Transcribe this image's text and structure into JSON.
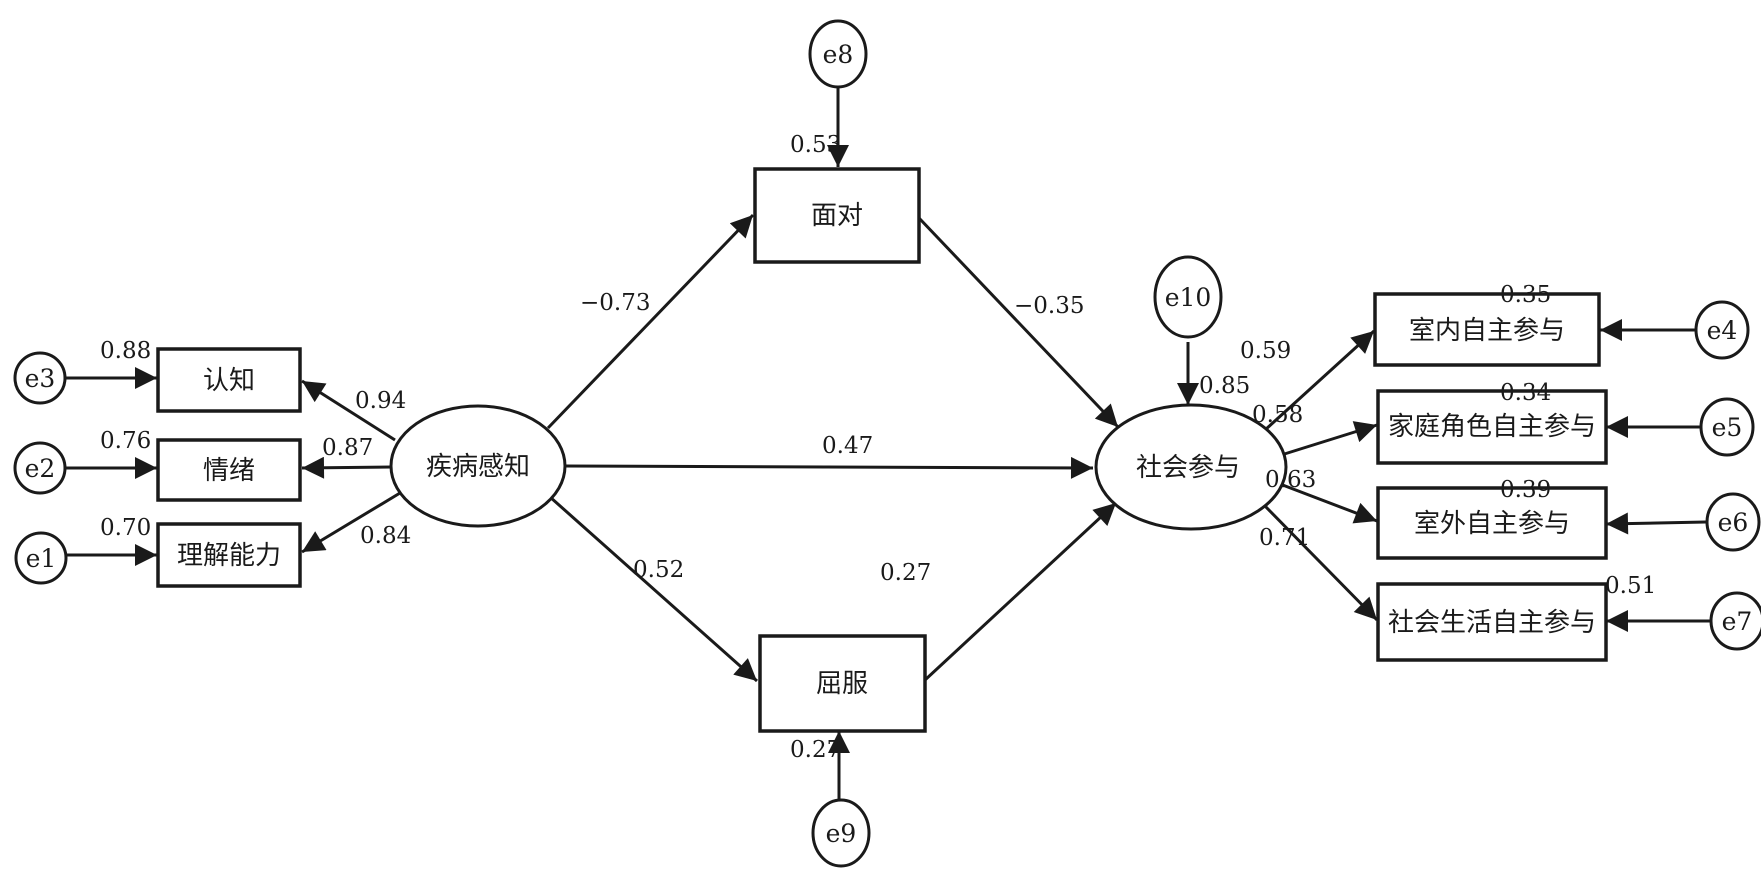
{
  "colors": {
    "line": "#1a1a1a",
    "fill": "#ffffff",
    "background": "#ffffff"
  },
  "nodes": {
    "perception": {
      "label": "疾病感知",
      "kind": "latent"
    },
    "participation": {
      "label": "社会参与",
      "kind": "latent"
    },
    "confront": {
      "label": "面对",
      "kind": "observed"
    },
    "submit": {
      "label": "屈服",
      "kind": "observed"
    },
    "cognition": {
      "label": "认知",
      "kind": "observed"
    },
    "emotion": {
      "label": "情绪",
      "kind": "observed"
    },
    "comprehension": {
      "label": "理解能力",
      "kind": "observed"
    },
    "indoor": {
      "label": "室内自主参与",
      "kind": "observed"
    },
    "family": {
      "label": "家庭角色自主参与",
      "kind": "observed"
    },
    "outdoor": {
      "label": "室外自主参与",
      "kind": "observed"
    },
    "social_life": {
      "label": "社会生活自主参与",
      "kind": "observed"
    },
    "e1": {
      "label": "e1",
      "kind": "error"
    },
    "e2": {
      "label": "e2",
      "kind": "error"
    },
    "e3": {
      "label": "e3",
      "kind": "error"
    },
    "e4": {
      "label": "e4",
      "kind": "error"
    },
    "e5": {
      "label": "e5",
      "kind": "error"
    },
    "e6": {
      "label": "e6",
      "kind": "error"
    },
    "e7": {
      "label": "e7",
      "kind": "error"
    },
    "e8": {
      "label": "e8",
      "kind": "error"
    },
    "e9": {
      "label": "e9",
      "kind": "error"
    },
    "e10": {
      "label": "e10",
      "kind": "error"
    }
  },
  "edges": {
    "perception_to_cognition": {
      "from": "疾病感知",
      "to": "认知",
      "value": "0.94"
    },
    "perception_to_emotion": {
      "from": "疾病感知",
      "to": "情绪",
      "value": "0.87"
    },
    "perception_to_comprehension": {
      "from": "疾病感知",
      "to": "理解能力",
      "value": "0.84"
    },
    "e3_to_cognition": {
      "from": "e3",
      "to": "认知",
      "value": "0.88"
    },
    "e2_to_emotion": {
      "from": "e2",
      "to": "情绪",
      "value": "0.76"
    },
    "e1_to_comprehension": {
      "from": "e1",
      "to": "理解能力",
      "value": "0.70"
    },
    "perception_to_confront": {
      "from": "疾病感知",
      "to": "面对",
      "value": "−0.73"
    },
    "perception_to_submit": {
      "from": "疾病感知",
      "to": "屈服",
      "value": "0.52"
    },
    "perception_to_participation": {
      "from": "疾病感知",
      "to": "社会参与",
      "value": "0.47"
    },
    "confront_to_participation": {
      "from": "面对",
      "to": "社会参与",
      "value": "−0.35"
    },
    "submit_to_participation": {
      "from": "屈服",
      "to": "社会参与",
      "value": "0.27"
    },
    "e8_to_confront": {
      "from": "e8",
      "to": "面对",
      "value": "0.53"
    },
    "e9_to_submit": {
      "from": "e9",
      "to": "屈服",
      "value": "0.27"
    },
    "e10_to_participation": {
      "from": "e10",
      "to": "社会参与",
      "value": "0.85"
    },
    "participation_to_indoor": {
      "from": "社会参与",
      "to": "室内自主参与",
      "value": "0.59"
    },
    "participation_to_family": {
      "from": "社会参与",
      "to": "家庭角色自主参与",
      "value": "0.58"
    },
    "participation_to_outdoor": {
      "from": "社会参与",
      "to": "室外自主参与",
      "value": "0.63"
    },
    "participation_to_social_life": {
      "from": "社会参与",
      "to": "社会生活自主参与",
      "value": "0.71"
    },
    "e4_to_indoor": {
      "from": "e4",
      "to": "室内自主参与",
      "value": "0.35"
    },
    "e5_to_family": {
      "from": "e5",
      "to": "家庭角色自主参与",
      "value": "0.34"
    },
    "e6_to_outdoor": {
      "from": "e6",
      "to": "室外自主参与",
      "value": "0.39"
    },
    "e7_to_social_life": {
      "from": "e7",
      "to": "社会生活自主参与",
      "value": "0.51"
    }
  }
}
